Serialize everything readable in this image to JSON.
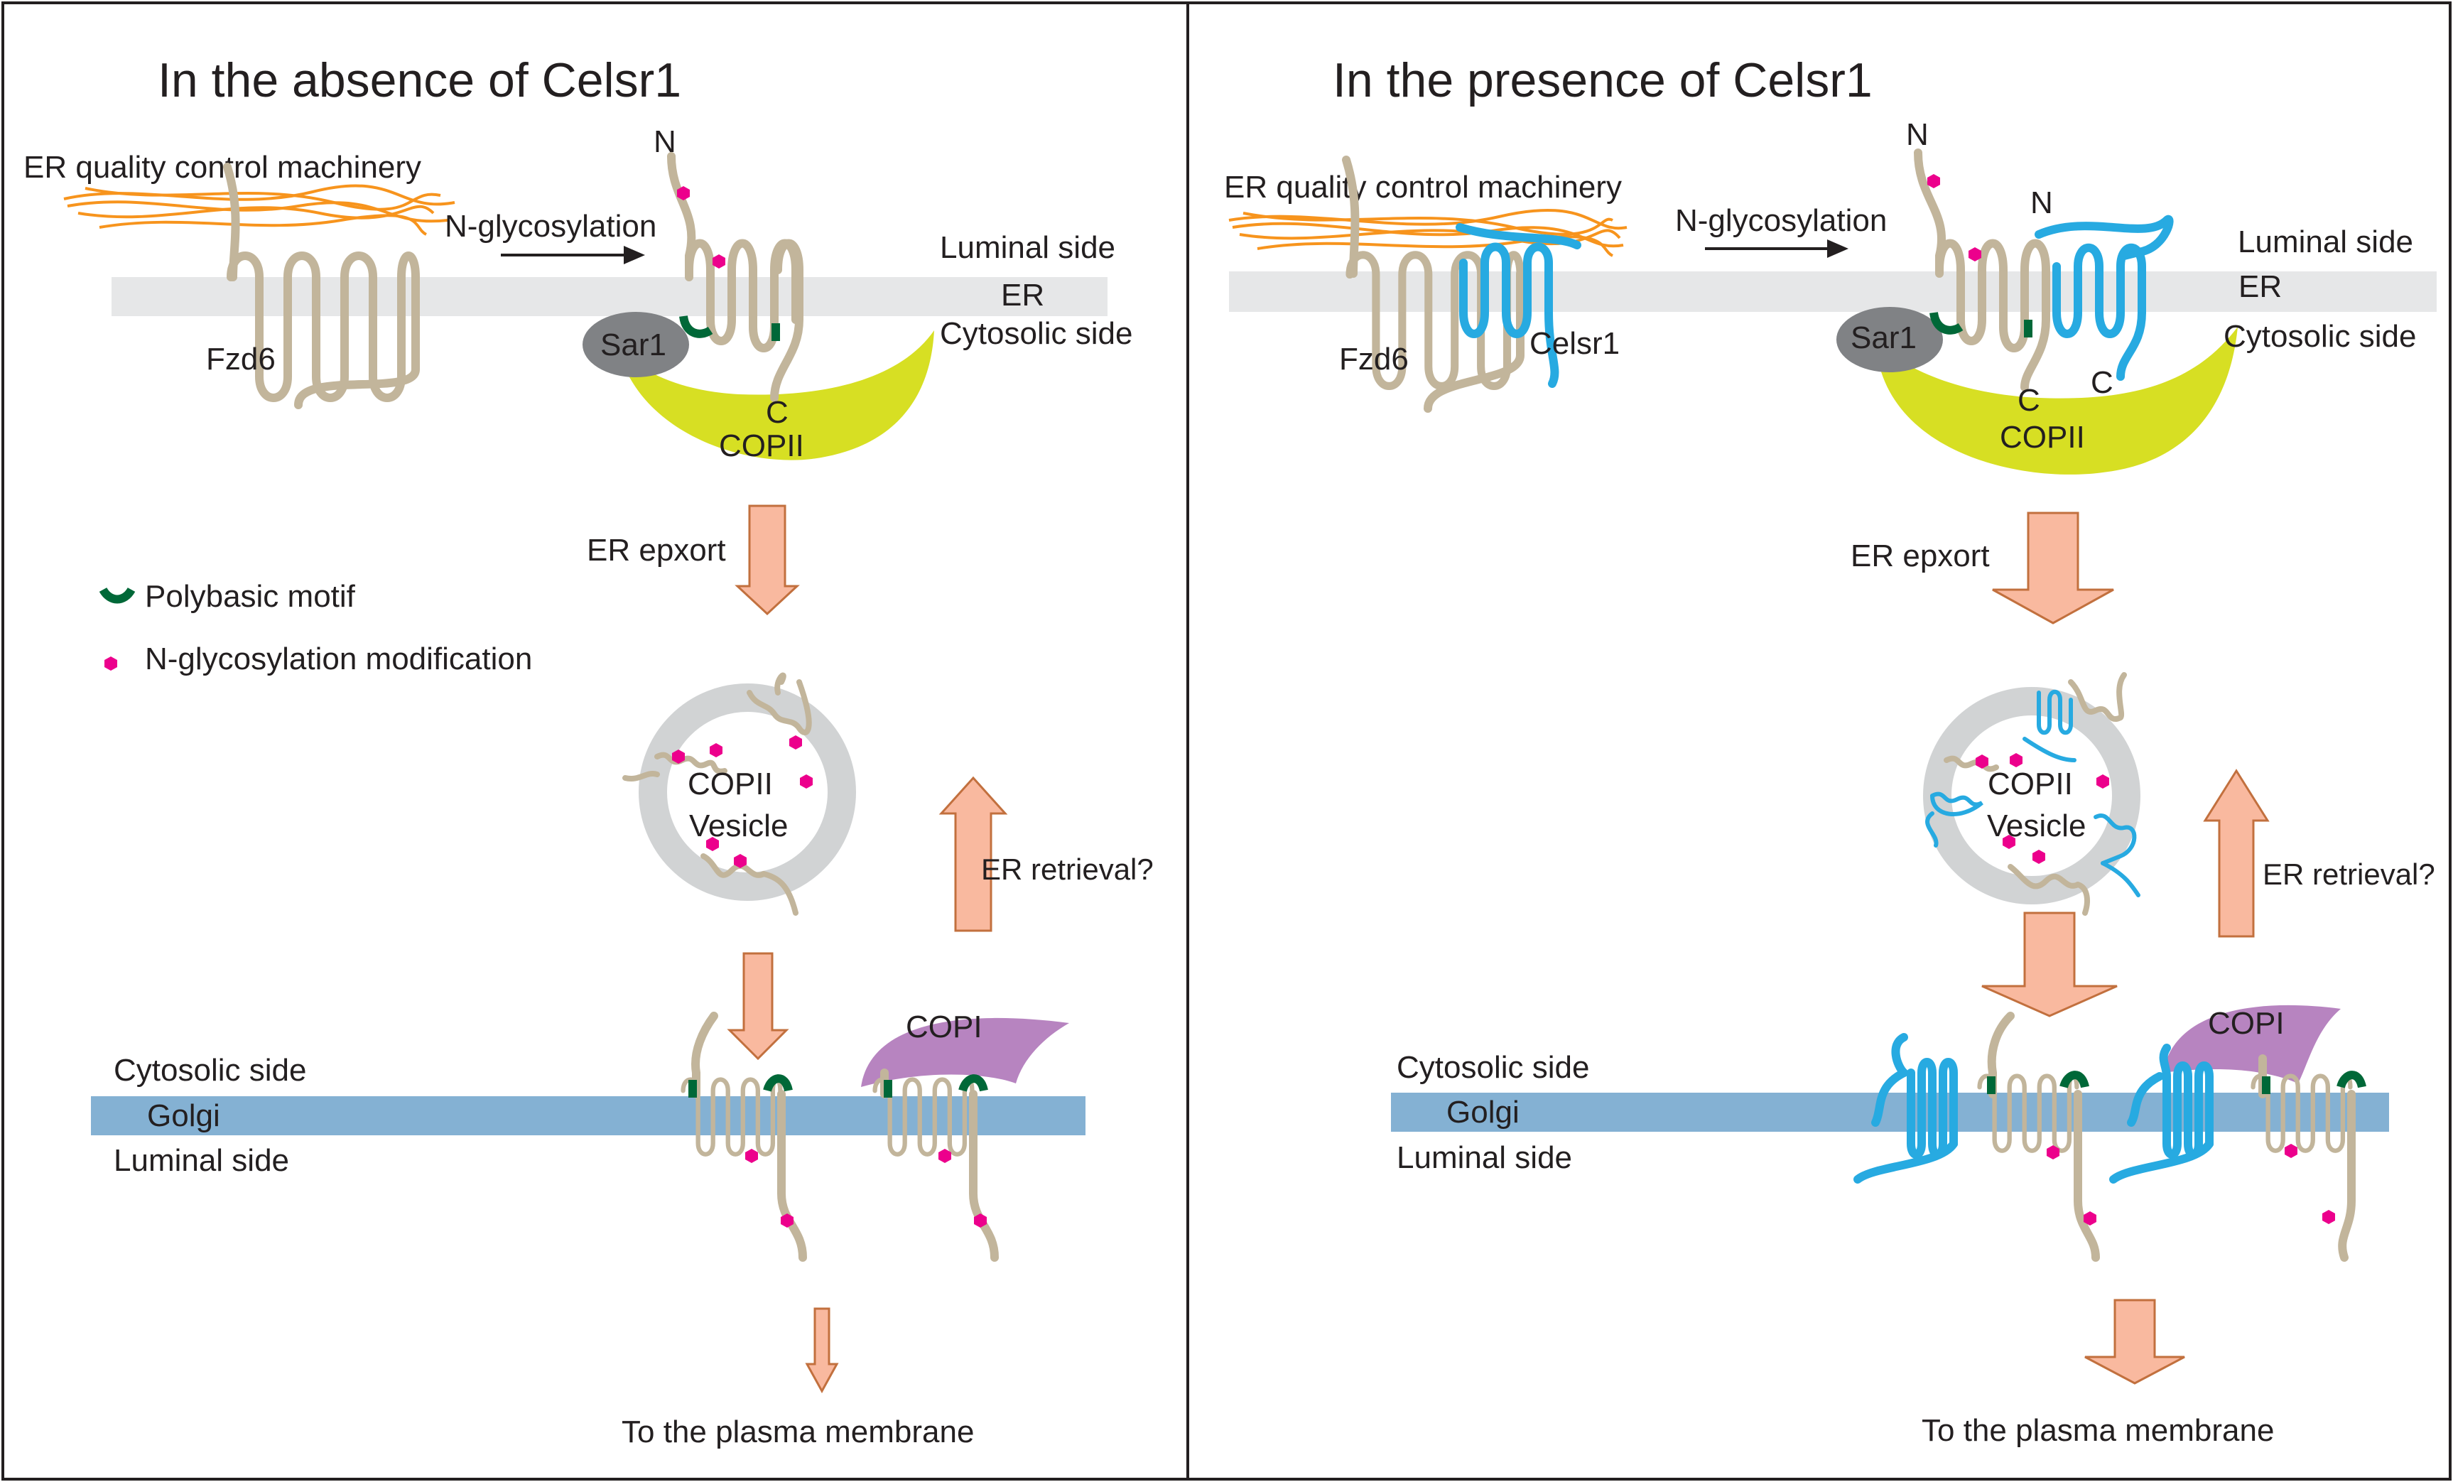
{
  "colors": {
    "frame": "#231f20",
    "er_membrane": "#e6e7e8",
    "golgi_membrane": "#84b1d3",
    "fzd6": "#c2b59b",
    "celsr1": "#27aae1",
    "polybasic_motif": "#006838",
    "glycosylation": "#ec008c",
    "copii_coat": "#d7df23",
    "copi_coat": "#b784c0",
    "sar1": "#808285",
    "er_qc_fibers": "#f7941d",
    "transport_arrow_fill": "#f9b99f",
    "transport_arrow_stroke": "#c2703e",
    "vesicle": "#d1d3d4"
  },
  "left_panel": {
    "title": "In the absence of Celsr1",
    "er_qc": "ER quality control machinery",
    "n_glyco": "N-glycosylation",
    "luminal_side": "Luminal side",
    "er": "ER",
    "cytosolic_side": "Cytosolic side",
    "fzd6": "Fzd6",
    "sar1": "Sar1",
    "copii": "COPII",
    "n_term": "N",
    "c_term": "C",
    "er_export": "ER epxort",
    "vesicle_line1": "COPII",
    "vesicle_line2": "Vesicle",
    "er_retrieval": "ER retrieval?",
    "copi": "COPI",
    "golgi_cytosolic": "Cytosolic side",
    "golgi": "Golgi",
    "golgi_luminal": "Luminal side",
    "to_pm": "To the plasma membrane"
  },
  "legend": {
    "polybasic": "Polybasic motif",
    "nglyco_mod": "N-glycosylation modification"
  },
  "right_panel": {
    "title": "In the presence of Celsr1",
    "er_qc": "ER quality control machinery",
    "n_glyco": "N-glycosylation",
    "luminal_side": "Luminal side",
    "er": "ER",
    "cytosolic_side": "Cytosolic side",
    "fzd6": "Fzd6",
    "celsr1": "Celsr1",
    "sar1": "Sar1",
    "copii": "COPII",
    "n_term": "N",
    "c_term": "C",
    "er_export": "ER epxort",
    "vesicle_line1": "COPII",
    "vesicle_line2": "Vesicle",
    "er_retrieval": "ER retrieval?",
    "copi": "COPI",
    "golgi_cytosolic": "Cytosolic side",
    "golgi": "Golgi",
    "golgi_luminal": "Luminal side",
    "to_pm": "To the plasma membrane"
  }
}
